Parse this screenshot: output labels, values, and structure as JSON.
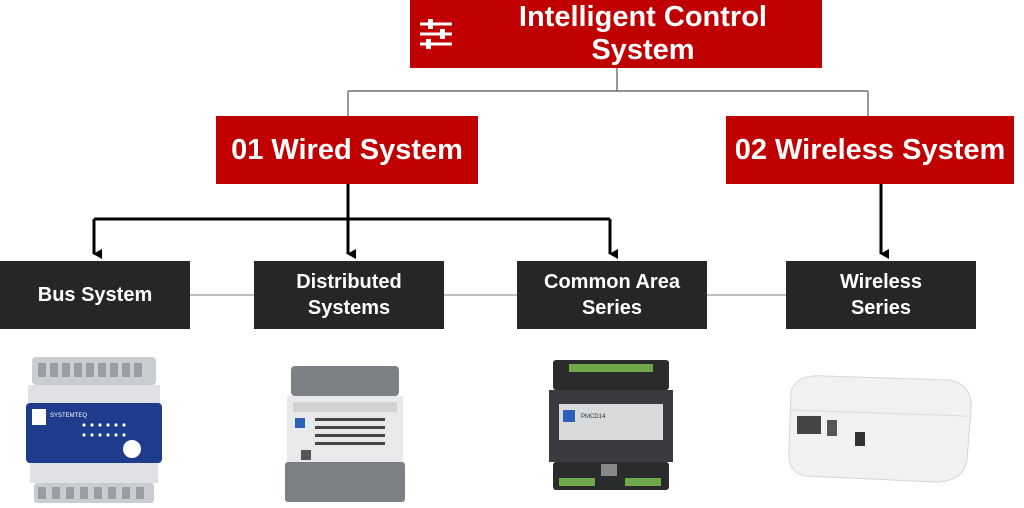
{
  "root": {
    "title": "Intelligent Control System",
    "icon": "sliders-icon"
  },
  "branches": {
    "wired": {
      "title": "01 Wired System"
    },
    "wireless": {
      "title": "02 Wireless System"
    }
  },
  "categories": [
    {
      "line1": "Bus System",
      "line2": ""
    },
    {
      "line1": "Distributed",
      "line2": "Systems"
    },
    {
      "line1": "Common Area",
      "line2": "Series"
    },
    {
      "line1": "Wireless",
      "line2": "Series"
    }
  ],
  "products": {
    "bus_module": {
      "brand": "SYSTEMTEQ"
    },
    "distributed_module": {
      "brand": ""
    },
    "common_area_module": {
      "model": "PMCD14"
    },
    "wireless_gateway": {
      "brand": ""
    }
  },
  "colors": {
    "accent": "#c00000",
    "dark_box": "#262626",
    "connector": "#000000",
    "thin_line": "#999999"
  }
}
